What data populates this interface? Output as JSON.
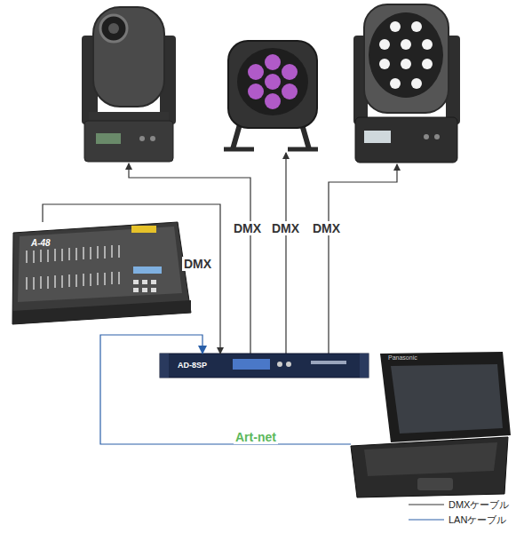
{
  "diagram": {
    "nodes": [
      {
        "text": [
          "A-48"
        ]
      },
      {
        "text": [
          "AD-8SP"
        ]
      },
      {
        "text": [
          "Panasonic"
        ]
      }
    ],
    "edges": [
      {
        "from": 0,
        "to": 1,
        "label": "DMX",
        "arrow": "to"
      },
      {
        "from": 2,
        "to": 1,
        "label": "Art-net",
        "arrow": "to"
      }
    ],
    "labels": [
      "DMX",
      "DMX",
      "DMX"
    ],
    "legend": [
      {
        "text": "DMXケーブル"
      },
      {
        "text": "LANケーブル"
      }
    ]
  }
}
